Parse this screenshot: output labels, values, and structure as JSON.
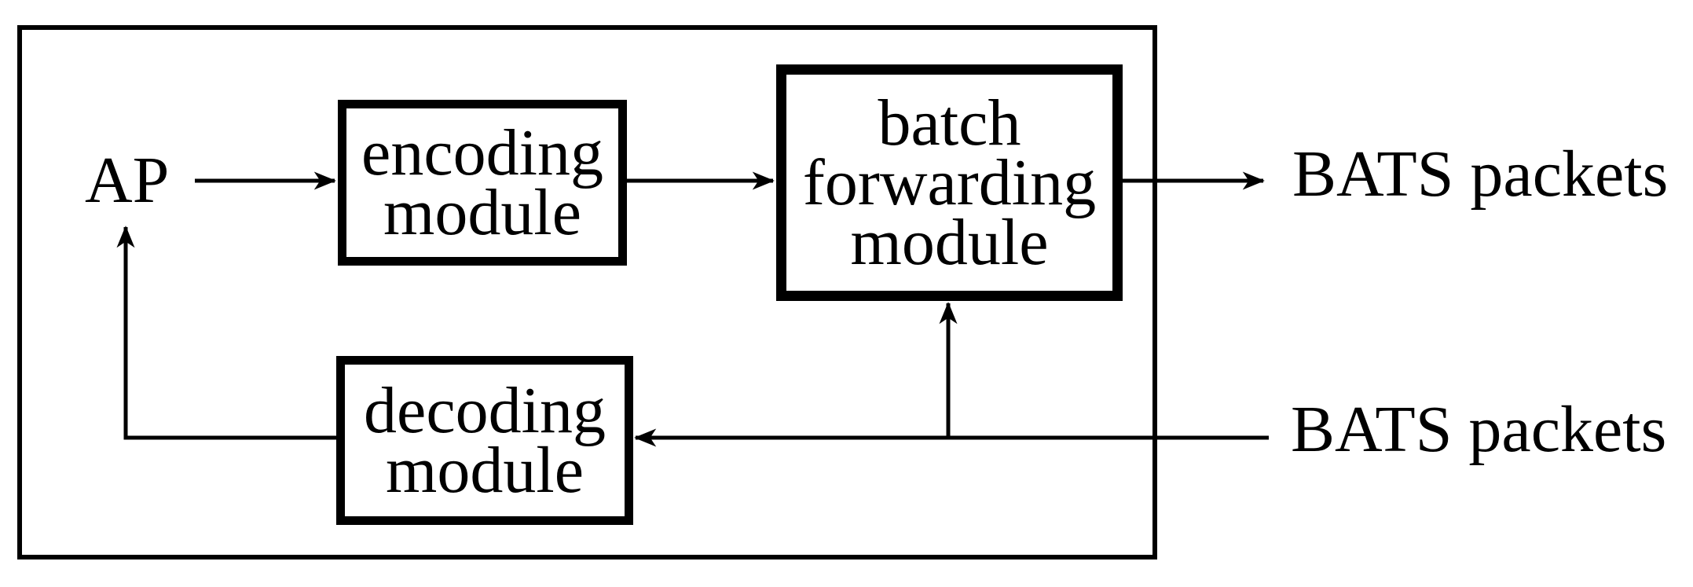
{
  "diagram": {
    "background_color": "#ffffff",
    "line_color": "#000000",
    "nodes": {
      "ap": {
        "label": "AP"
      },
      "encoding_module": {
        "line1": "encoding",
        "line2": "module"
      },
      "batch_forwarding_module": {
        "line1": "batch",
        "line2": "forwarding",
        "line3": "module"
      },
      "decoding_module": {
        "line1": "decoding",
        "line2": "module"
      },
      "bats_packets_out": {
        "label": "BATS packets"
      },
      "bats_packets_in": {
        "label": "BATS packets"
      }
    },
    "edges": [
      {
        "from": "AP",
        "to": "encoding module",
        "arrowhead": "into encoding module"
      },
      {
        "from": "encoding module",
        "to": "batch forwarding module",
        "arrowhead": "into batch forwarding module"
      },
      {
        "from": "batch forwarding module",
        "to": "BATS packets (outgoing)",
        "arrowhead": "toward BATS packets label"
      },
      {
        "from": "BATS packets (incoming)",
        "to": "decoding module",
        "arrowhead": "into decoding module"
      },
      {
        "from": "BATS packets (incoming) line",
        "to": "batch forwarding module",
        "arrowhead": "up into batch forwarding module bottom"
      },
      {
        "from": "decoding module",
        "to": "AP",
        "arrowhead": "up into AP",
        "shape": "L-path left then up"
      }
    ]
  }
}
